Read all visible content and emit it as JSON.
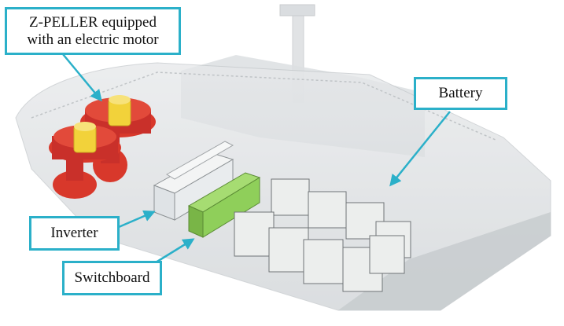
{
  "labels": {
    "zpeller": "Z-PELLER equipped\nwith an electric motor",
    "battery": "Battery",
    "inverter": "Inverter",
    "switchboard": "Switchboard"
  },
  "colors": {
    "callout_border": "#2bb0c9",
    "arrow": "#2bb0c9",
    "hull": "#d9dcde",
    "propeller_red": "#d8382b",
    "motor_yellow": "#f2d23a",
    "switchboard_green": "#8fcf5a",
    "cabinet_white": "#eceeed"
  }
}
